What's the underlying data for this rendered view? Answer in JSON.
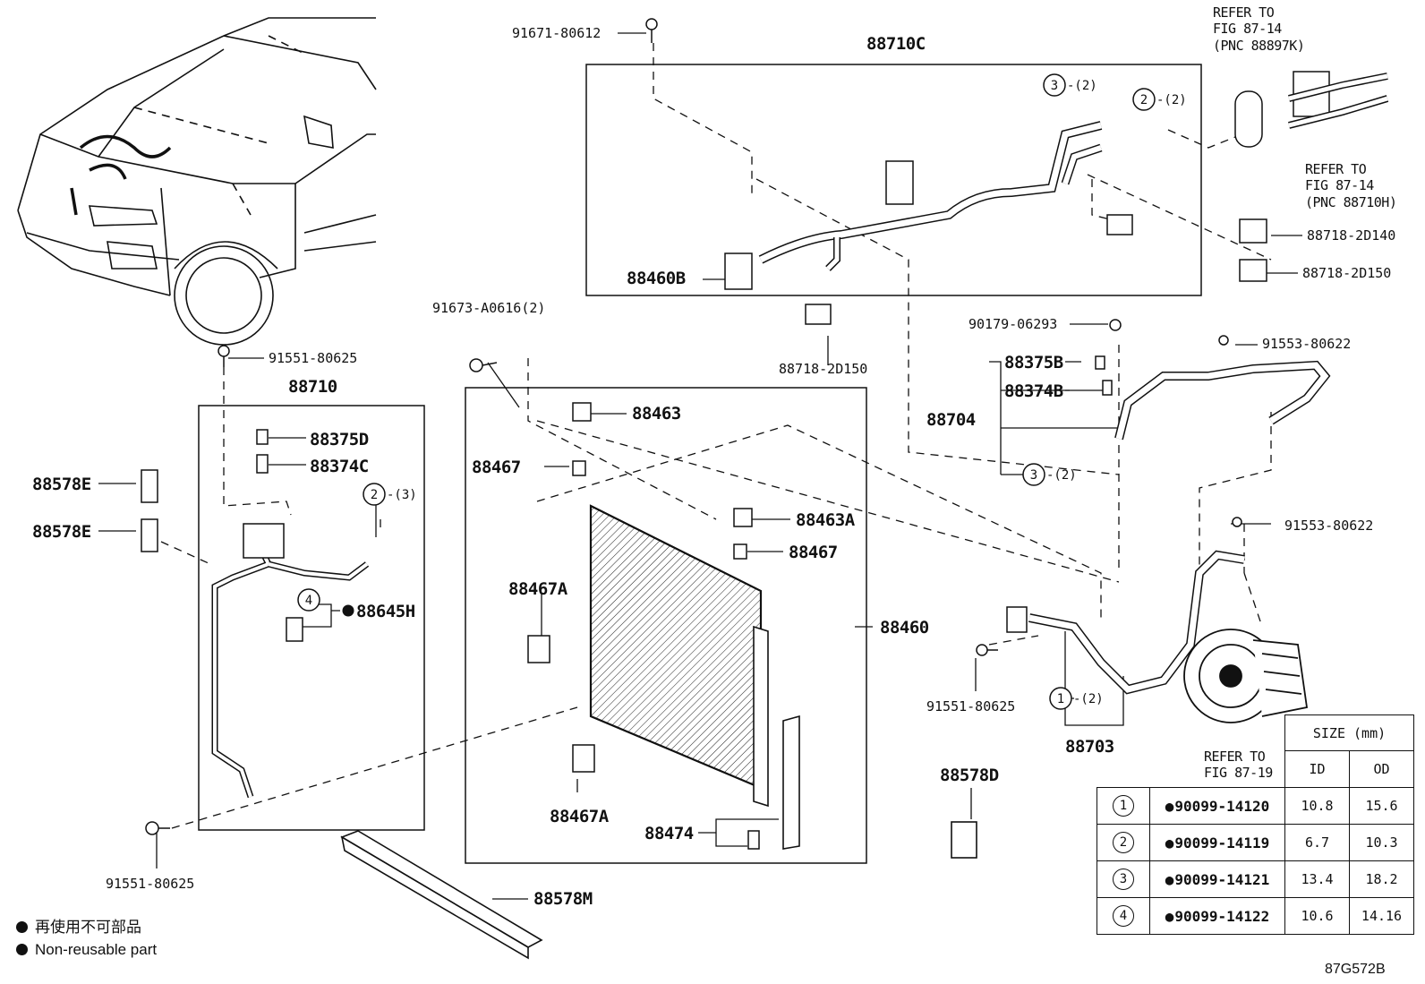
{
  "figure": {
    "code": "87G572B"
  },
  "legend": {
    "jp": "再使用不可部品",
    "en": "Non-reusable part",
    "dot_color": "#111111"
  },
  "refs": {
    "r1": [
      "REFER TO",
      "FIG 87-14",
      "(PNC 88897K)"
    ],
    "r2": [
      "REFER TO",
      "FIG 87-14",
      "(PNC 88710H)"
    ],
    "r3": [
      "REFER TO",
      "FIG 87-19"
    ]
  },
  "labels": {
    "p91671": "91671-80612",
    "p88710C": "88710C",
    "p88460B": "88460B",
    "p88718_1": "88718-2D140",
    "p88718_2": "88718-2D150",
    "p88718_3": "88718-2D150",
    "p91673": "91673-A0616(2)",
    "p90179": "90179-06293",
    "p91553_1": "91553-80622",
    "p88375B": "88375B",
    "p88374B": "88374B",
    "p88704": "88704",
    "p91551_top": "91551-80625",
    "p88710": "88710",
    "p88375D": "88375D",
    "p88374C": "88374C",
    "p88578E_1": "88578E",
    "p88578E_2": "88578E",
    "p88645H": "88645H",
    "p88463": "88463",
    "p88467_1": "88467",
    "p88463A": "88463A",
    "p88467_2": "88467",
    "p88467A_1": "88467A",
    "p88460": "88460",
    "p88467A_2": "88467A",
    "p88474": "88474",
    "p91551_bot": "91551-80625",
    "p88578M": "88578M",
    "p91553_2": "91553-80622",
    "p91551_mid": "91551-80625",
    "p88703": "88703",
    "p88578D": "88578D"
  },
  "callouts": {
    "c3_top": {
      "num": "3",
      "qty": "-(2)"
    },
    "c2_top": {
      "num": "2",
      "qty": "-(2)"
    },
    "c2_left": {
      "num": "2",
      "qty": "-(3)"
    },
    "c4": {
      "num": "4"
    },
    "c3_mid": {
      "num": "3",
      "qty": "-(2)"
    },
    "c1": {
      "num": "1",
      "qty": "-(2)"
    }
  },
  "size_table": {
    "title": "SIZE (mm)",
    "col_id": "ID",
    "col_od": "OD",
    "rows": [
      {
        "n": "1",
        "part": "90099-14120",
        "id": "10.8",
        "od": "15.6"
      },
      {
        "n": "2",
        "part": "90099-14119",
        "id": "6.7",
        "od": "10.3"
      },
      {
        "n": "3",
        "part": "90099-14121",
        "id": "13.4",
        "od": "18.2"
      },
      {
        "n": "4",
        "part": "90099-14122",
        "id": "10.6",
        "od": "14.16"
      }
    ]
  }
}
